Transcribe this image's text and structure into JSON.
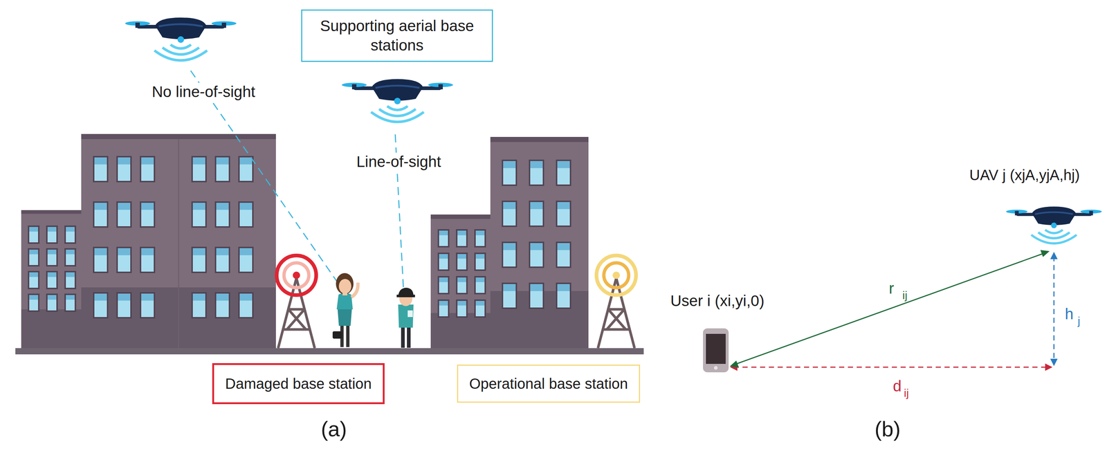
{
  "diagram": {
    "nodes": [
      {
        "text": [
          "Supporting aerial base stations"
        ]
      },
      {
        "text": [
          "Damaged base station"
        ]
      },
      {
        "text": [
          "Operational base station"
        ]
      }
    ],
    "labels": [
      "No line-of-sight",
      "Line-of-sight",
      "User i (xi,yi,0)",
      "UAV j (xjA,yjA,hj)",
      "r",
      "ij",
      "h",
      "j",
      "d",
      "ij",
      "(a)",
      "(b)"
    ]
  }
}
